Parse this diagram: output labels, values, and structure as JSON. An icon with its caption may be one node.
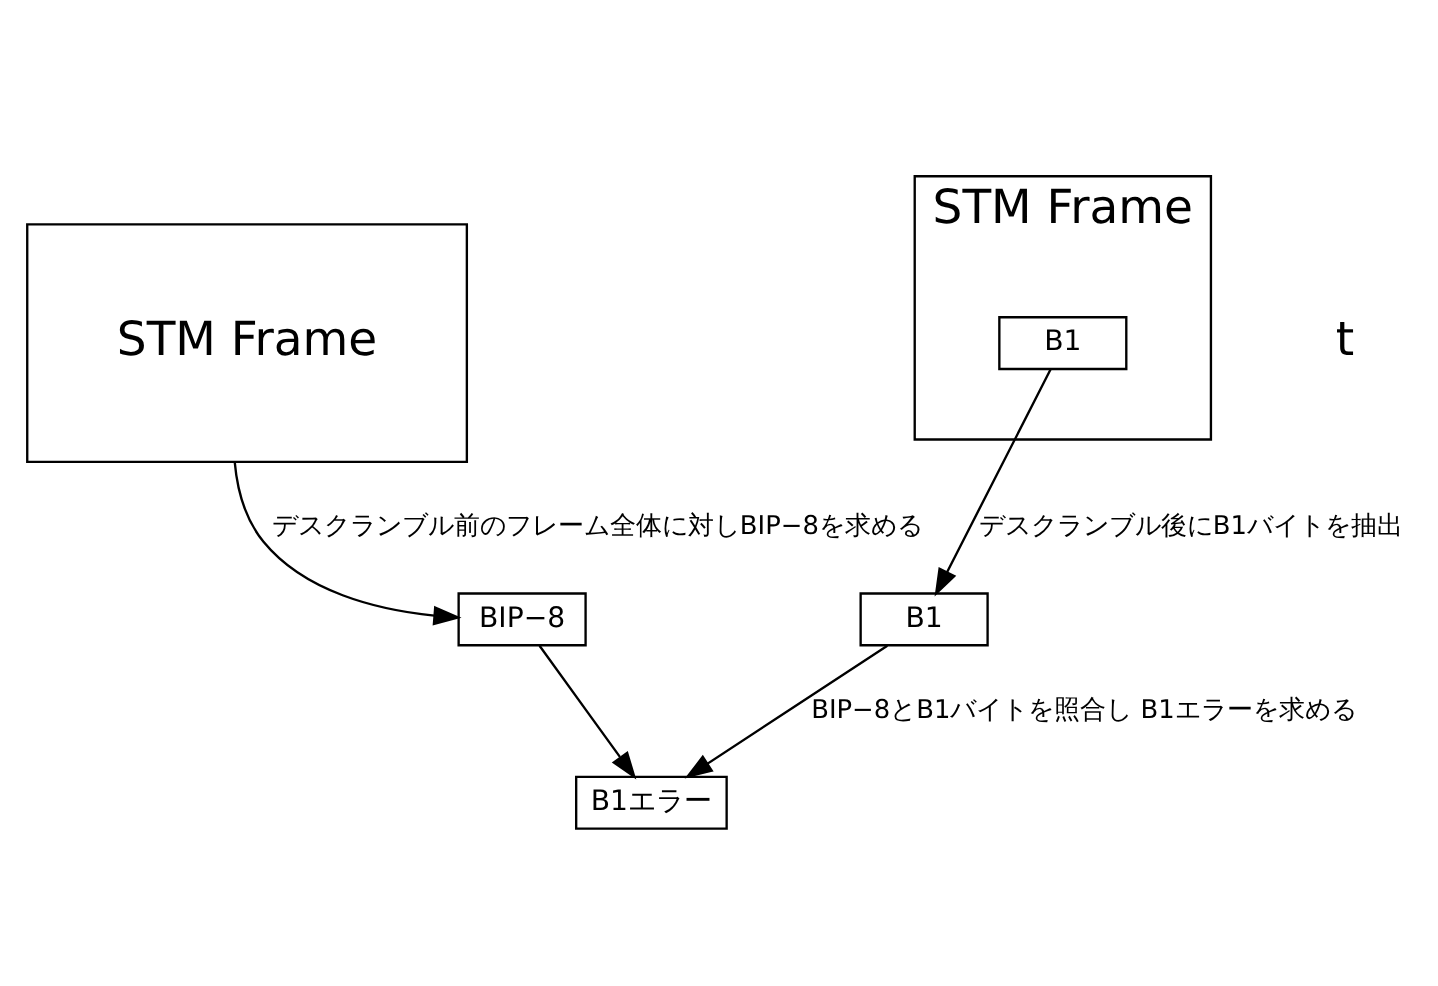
{
  "diagram": {
    "nodes": [
      {
        "text": [
          "STM Frame"
        ]
      },
      {
        "text": [
          "STM Frame"
        ]
      },
      {
        "text": [
          "B1"
        ],
        "in": 1
      },
      {
        "text": [
          "BIP−8"
        ]
      },
      {
        "text": [
          "B1"
        ]
      },
      {
        "text": [
          "B1エラー"
        ]
      }
    ],
    "edges": [
      {
        "from": 0,
        "to": 3,
        "arrow": "to",
        "label": "デスクランブル前のフレーム全体に対しBIP−8を求める"
      },
      {
        "from": 2,
        "to": 4,
        "arrow": "to",
        "label": "デスクランブル後にB1バイトを抽出"
      },
      {
        "from": 3,
        "to": 5,
        "arrow": "to"
      },
      {
        "from": 4,
        "to": 5,
        "arrow": "to",
        "label": "BIP−8とB1バイトを照合し B1エラーを求める"
      }
    ],
    "labels": [
      "t"
    ]
  }
}
